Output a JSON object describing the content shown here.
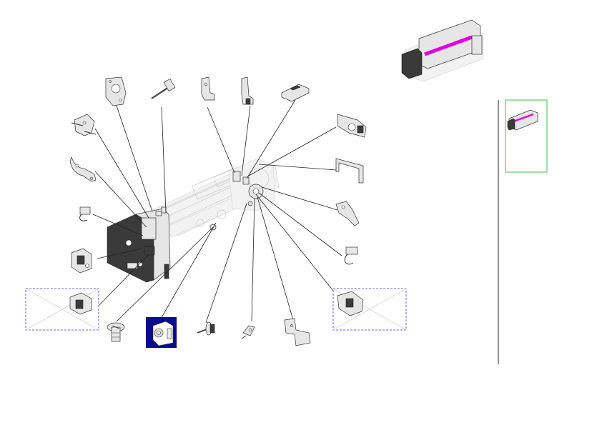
{
  "selected_part": "coupling-bracket",
  "colors": {
    "selection": "#0b0b8f",
    "highlight": "#e000e0",
    "thumbnail_frame": "#3cc23c",
    "placeholder_frame": "#3b3bd6"
  },
  "parts": [
    "side-plate-top",
    "screw-pin",
    "angle-bracket",
    "clip-bracket",
    "slide-block",
    "left-mechanism-plate",
    "left-arm-lever",
    "left-sensor-small",
    "left-sensor-unit",
    "left-connector-module",
    "flat-screw",
    "coupling-bracket",
    "shaft-gear",
    "small-lever",
    "bent-plate",
    "right-side-frame",
    "u-bracket",
    "right-arm-lever",
    "right-sensor-small",
    "right-connector-module"
  ]
}
